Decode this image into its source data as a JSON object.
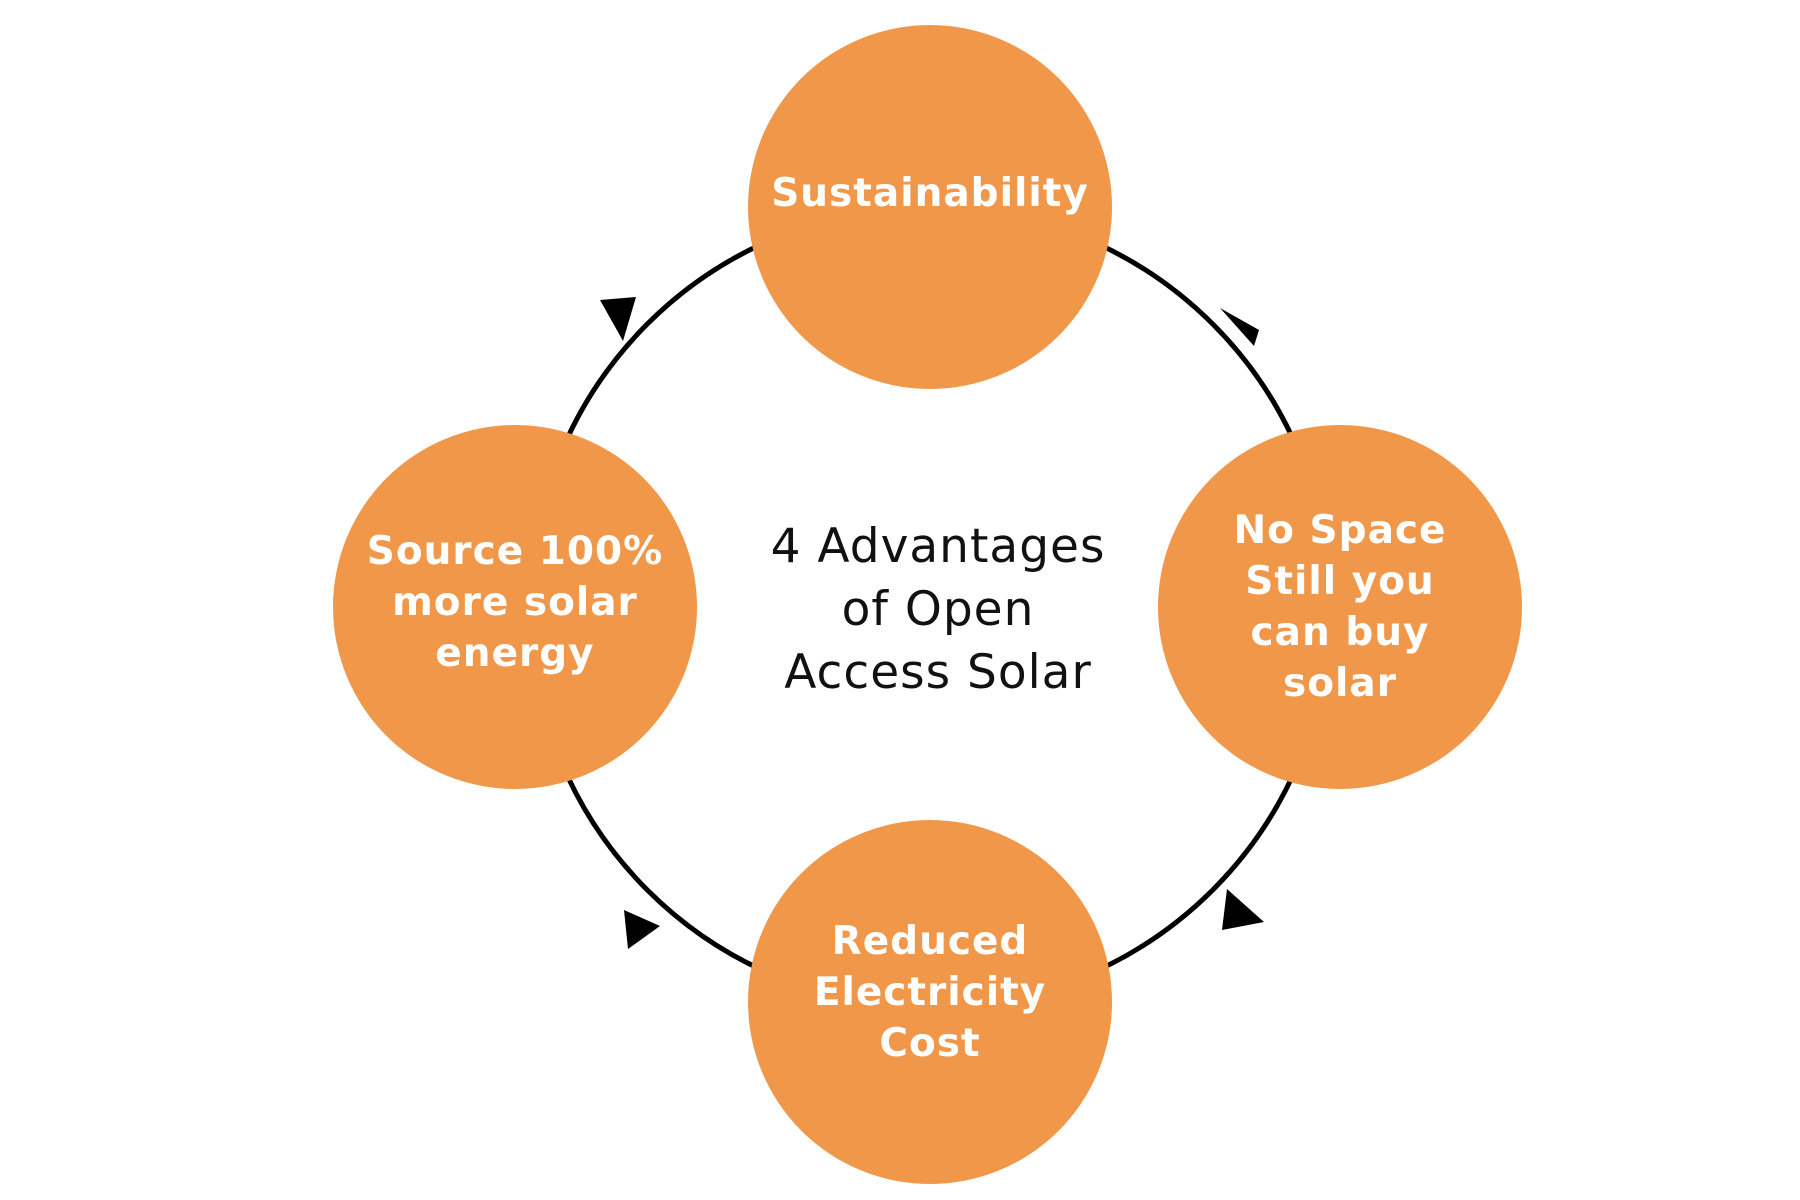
{
  "diagram": {
    "title": "4 Advantages\nof Open\nAccess Solar",
    "node_color": "#F0974A",
    "ring_color": "#000000",
    "nodes": [
      {
        "label": "Sustainability"
      },
      {
        "label": "No Space\nStill you\ncan buy\nsolar"
      },
      {
        "label": "Reduced\nElectricity\nCost"
      },
      {
        "label": "Source 100%\nmore solar\nenergy"
      }
    ],
    "flow": "clockwise"
  }
}
